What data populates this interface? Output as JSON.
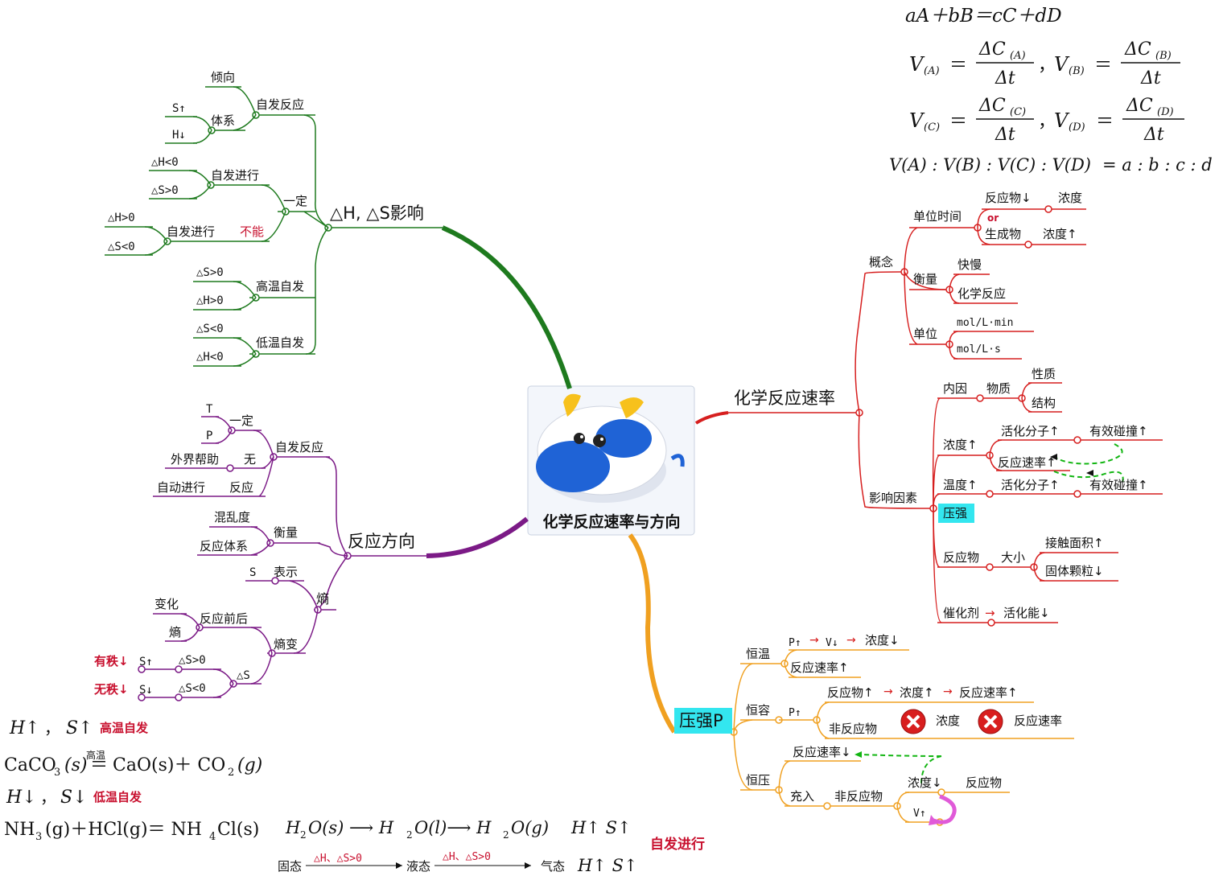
{
  "center": {
    "label": "化学反应速率与方向"
  },
  "colors": {
    "green": "#1e7a1e",
    "purple": "#7b1a86",
    "red": "#d61f1f",
    "orange": "#f0a020",
    "note_red": "#c8102e",
    "cyan": "#33e6ef",
    "arrow_green": "#12b512"
  },
  "formulas_top": {
    "reaction": "aA＋bB＝cC＋dD",
    "va": "V",
    "va_sub": "(A)",
    "vb": "V",
    "vb_sub": "(B)",
    "vc": "V",
    "vc_sub": "(C)",
    "vd": "V",
    "vd_sub": "(D)",
    "eq": "＝",
    "comma": "，",
    "delta_ca": "ΔC",
    "ca_sub": "(A)",
    "delta_cb": "ΔC",
    "cb_sub": "(B)",
    "delta_cc": "ΔC",
    "cc_sub": "(C)",
    "delta_cd": "ΔC",
    "cd_sub": "(D)",
    "dt": "Δt",
    "ratio_lhs": "V(A) : V(B) : V(C) : V(D)",
    "ratio_rhs": "= a : b : c : d"
  },
  "green_branch": {
    "title": "△H, △S影响",
    "spontaneous": "自发反应",
    "tendency": "倾向",
    "system": "体系",
    "s_up": "S↑",
    "h_down": "H↓",
    "certain": "一定",
    "proceed1": "自发进行",
    "h_lt0": "△H<0",
    "s_gt0": "△S>0",
    "proceed2": "自发进行",
    "cannot": "不能",
    "h_gt0": "△H>0",
    "s_lt0": "△S<0",
    "high_temp": "高温自发",
    "ht_s": "△S>0",
    "ht_h": "△H>0",
    "low_temp": "低温自发",
    "lt_s": "△S<0",
    "lt_h": "△H<0"
  },
  "purple_branch": {
    "title": "反应方向",
    "spontaneous": "自发反应",
    "certain": "一定",
    "t": "T",
    "p": "P",
    "none": "无",
    "external": "外界帮助",
    "react": "反应",
    "auto": "自动进行",
    "measure": "衡量",
    "chaos": "混乱度",
    "system": "反应体系",
    "entropy": "熵",
    "express": "表示",
    "s": "S",
    "entropy_change": "熵变",
    "change": "变化",
    "before_after": "反应前后",
    "entropy2": "熵",
    "delta_s": "△S",
    "ds_gt": "△S>0",
    "ds_lt": "△S<0",
    "s_up": "S↑",
    "s_down": "S↓",
    "ordered": "有秩↓",
    "disordered": "无秩↓"
  },
  "red_branch": {
    "title": "化学反应速率",
    "concept": "概念",
    "unit_time": "单位时间",
    "reactant": "反应物↓",
    "conc1": "浓度",
    "or": "or",
    "product": "生成物",
    "conc2": "浓度↑",
    "measure": "衡量",
    "fast_slow": "快慢",
    "chem_react": "化学反应",
    "unit": "单位",
    "unit1": "mol/L·min",
    "unit2": "mol/L·s",
    "factors": "影响因素",
    "internal": "内因",
    "substance": "物质",
    "nature": "性质",
    "structure": "结构",
    "conc_up": "浓度↑",
    "act_mol1": "活化分子↑",
    "eff_coll1": "有效碰撞↑",
    "rate_up": "反应速率↑",
    "temp_up": "温度↑",
    "act_mol2": "活化分子↑",
    "eff_coll2": "有效碰撞↑",
    "pressure": "压强",
    "reactant2": "反应物",
    "size": "大小",
    "contact": "接触面积↑",
    "particle": "固体颗粒↓",
    "catalyst": "催化剂",
    "act_energy": "活化能↓"
  },
  "orange_branch": {
    "title": "压强P",
    "const_temp": "恒温",
    "p_up": "P↑",
    "v_down": "V↓",
    "conc_down": "浓度↓",
    "rate_up": "反应速率↑",
    "const_vol": "恒容",
    "p_up2": "P↑",
    "reactant_up": "反应物↑",
    "conc_up": "浓度↑",
    "rate_up2": "反应速率↑",
    "non_reactant": "非反应物",
    "conc": "浓度",
    "rate": "反应速率",
    "const_press": "恒压",
    "rate_down": "反应速率↓",
    "fill": "充入",
    "non_reactant2": "非反应物",
    "conc_down2": "浓度↓",
    "reactant": "反应物",
    "v_up": "V↑"
  },
  "bottom_notes": {
    "l1_h": "H↑",
    "l1_sep": "，",
    "l1_s": "S↑",
    "l1_note": "高温自发",
    "l2_a": "CaCO",
    "l2_sub3": "3",
    "l2_b": "(s)",
    "l2_cond": "高温",
    "l2_eq": "＝",
    "l2_c": "CaO(s)＋ CO",
    "l2_sub2": "2",
    "l2_d": "(g)",
    "l3_h": "H↓",
    "l3_sep": "，",
    "l3_s": "S↓",
    "l3_note": "低温自发",
    "l4_a": "NH",
    "l4_sub3": "3",
    "l4_b": "(g)＋HCl(g)＝ NH",
    "l4_sub4": "4",
    "l4_c": "Cl(s)",
    "w_a": "H",
    "w_sub": "2",
    "w_b": "O(s) ⟶ H",
    "w_sub2": "2",
    "w_c": "O(l)⟶ H",
    "w_sub3": "2",
    "w_d": "O(g)",
    "w_hs": "H↑   S↑",
    "w_note": "自发进行",
    "st_solid": "固态",
    "st_cond1": "△H、△S>0",
    "st_liquid": "液态",
    "st_cond2": "△H、△S>0",
    "st_gas": "气态",
    "st_hs": "H↑  S↑"
  }
}
